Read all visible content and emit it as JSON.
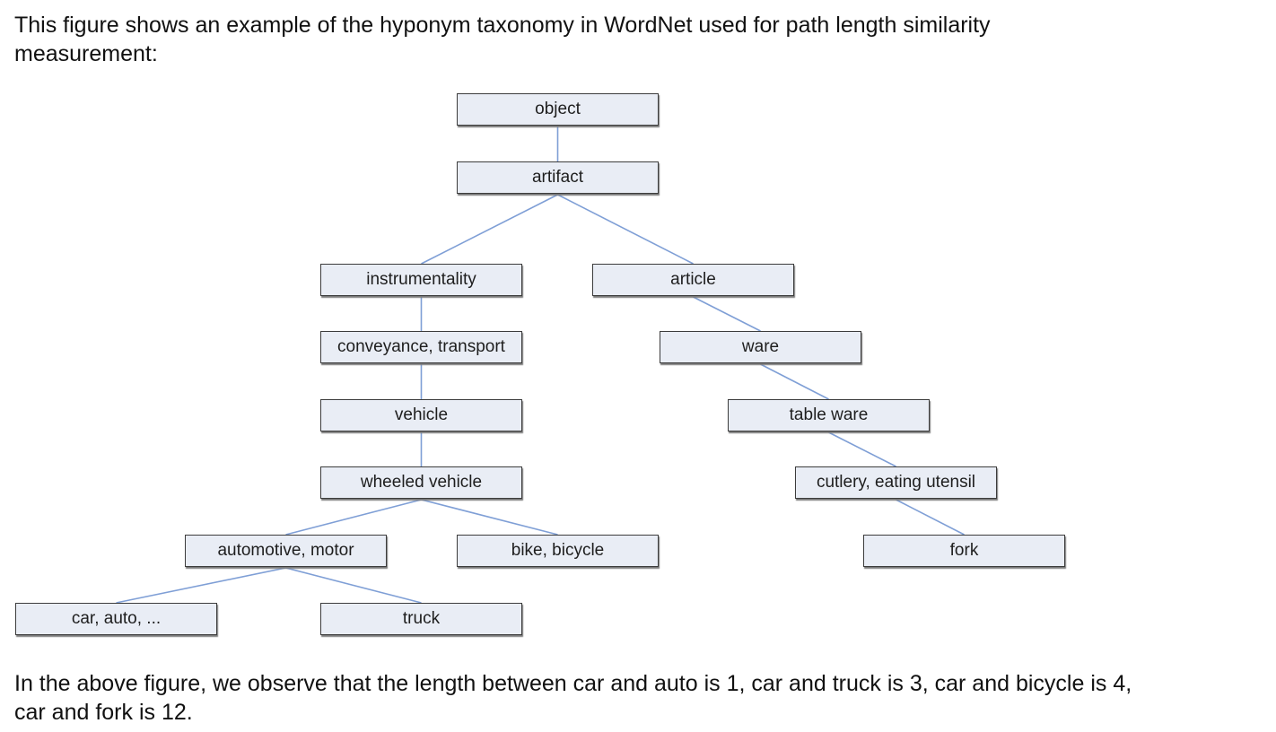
{
  "intro_text": "This figure shows an example of the hyponym taxonomy in WordNet used for path length similarity\nmeasurement:",
  "outro_text": "In the above figure, we observe that the length between car and auto is 1, car and truck is 3, car and bicycle is 4,\ncar and fork is 12.",
  "colors": {
    "node_fill": "#e9edf5",
    "node_border": "#3c3c3c",
    "edge": "#7f9fd6"
  },
  "taxonomy": {
    "nodes": [
      {
        "id": "object",
        "label": "object"
      },
      {
        "id": "artifact",
        "label": "artifact"
      },
      {
        "id": "instrumentality",
        "label": "instrumentality"
      },
      {
        "id": "article",
        "label": "article"
      },
      {
        "id": "conveyance",
        "label": "conveyance, transport"
      },
      {
        "id": "ware",
        "label": "ware"
      },
      {
        "id": "vehicle",
        "label": "vehicle"
      },
      {
        "id": "tableware",
        "label": "table ware"
      },
      {
        "id": "wheeled",
        "label": "wheeled vehicle"
      },
      {
        "id": "cutlery",
        "label": "cutlery, eating utensil"
      },
      {
        "id": "automotive",
        "label": "automotive, motor"
      },
      {
        "id": "bike",
        "label": "bike, bicycle"
      },
      {
        "id": "fork",
        "label": "fork"
      },
      {
        "id": "car",
        "label": "car, auto, ..."
      },
      {
        "id": "truck",
        "label": "truck"
      }
    ],
    "edges": [
      [
        "object",
        "artifact"
      ],
      [
        "artifact",
        "instrumentality"
      ],
      [
        "artifact",
        "article"
      ],
      [
        "instrumentality",
        "conveyance"
      ],
      [
        "conveyance",
        "vehicle"
      ],
      [
        "vehicle",
        "wheeled"
      ],
      [
        "wheeled",
        "automotive"
      ],
      [
        "wheeled",
        "bike"
      ],
      [
        "automotive",
        "car"
      ],
      [
        "automotive",
        "truck"
      ],
      [
        "article",
        "ware"
      ],
      [
        "ware",
        "tableware"
      ],
      [
        "tableware",
        "cutlery"
      ],
      [
        "cutlery",
        "fork"
      ]
    ]
  }
}
